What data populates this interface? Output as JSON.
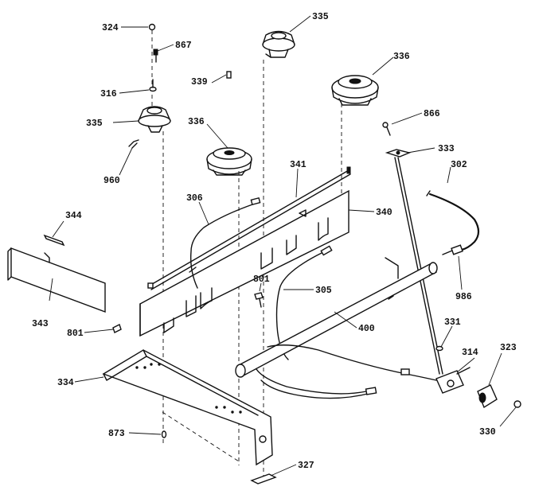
{
  "callouts": [
    {
      "id": "324",
      "text": "324"
    },
    {
      "id": "867",
      "text": "867"
    },
    {
      "id": "316",
      "text": "316"
    },
    {
      "id": "335a",
      "text": "335"
    },
    {
      "id": "960",
      "text": "960"
    },
    {
      "id": "335b",
      "text": "335"
    },
    {
      "id": "336a",
      "text": "336"
    },
    {
      "id": "336b",
      "text": "336"
    },
    {
      "id": "339",
      "text": "339"
    },
    {
      "id": "866",
      "text": "866"
    },
    {
      "id": "333",
      "text": "333"
    },
    {
      "id": "302",
      "text": "302"
    },
    {
      "id": "341",
      "text": "341"
    },
    {
      "id": "340",
      "text": "340"
    },
    {
      "id": "306",
      "text": "306"
    },
    {
      "id": "344",
      "text": "344"
    },
    {
      "id": "343",
      "text": "343"
    },
    {
      "id": "801a",
      "text": "801"
    },
    {
      "id": "801b",
      "text": "801"
    },
    {
      "id": "305",
      "text": "305"
    },
    {
      "id": "986",
      "text": "986"
    },
    {
      "id": "400",
      "text": "400"
    },
    {
      "id": "331",
      "text": "331"
    },
    {
      "id": "314",
      "text": "314"
    },
    {
      "id": "323",
      "text": "323"
    },
    {
      "id": "334",
      "text": "334"
    },
    {
      "id": "330",
      "text": "330"
    },
    {
      "id": "873",
      "text": "873"
    },
    {
      "id": "327",
      "text": "327"
    }
  ]
}
